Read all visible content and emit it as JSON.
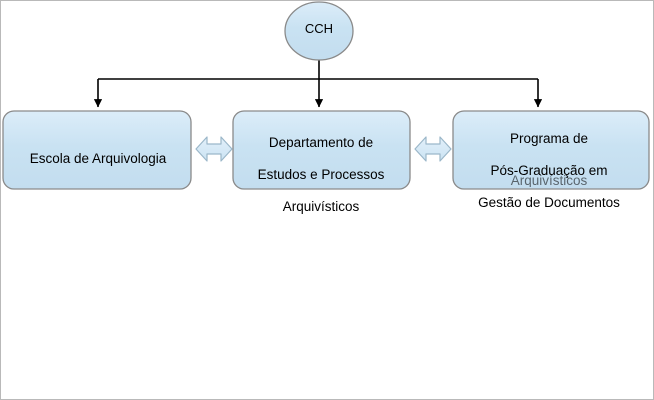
{
  "diagram": {
    "type": "organizational-hierarchy",
    "title": "",
    "background_color": "#ffffff",
    "node_fill_color": "#c5e0f0",
    "node_fill_color_light": "#daedf8",
    "node_border_color": "#808080",
    "connector_color": "#000000",
    "text_color": "#000000",
    "root": {
      "id": "cch",
      "shape": "ellipse",
      "label": "CCH"
    },
    "children": [
      {
        "id": "escola-arquivologia",
        "shape": "rounded-rectangle",
        "label": "Escola de Arquivologia",
        "lines": [
          "Escola de Arquivologia"
        ]
      },
      {
        "id": "departamento-estudos-processos",
        "shape": "rounded-rectangle",
        "label": "Departamento de Estudos e Processos Arquivísticos",
        "lines": [
          "Departamento de",
          "Estudos e Processos",
          "Arquivísticos"
        ]
      },
      {
        "id": "programa-pos-graduacao",
        "shape": "rounded-rectangle",
        "label": "Programa de Pós-Graduação em Gestão de Documentos",
        "lines": [
          "Programa de",
          "Pós-Graduação em",
          "Gestão de Documentos"
        ],
        "clipped_line": "Arquivísticos"
      }
    ],
    "connectors": [
      {
        "id": "cch-to-escola",
        "kind": "tree-branch-arrow",
        "from": "cch",
        "to": "escola-arquivologia",
        "arrowheads": "end"
      },
      {
        "id": "cch-to-departamento",
        "kind": "tree-branch-arrow",
        "from": "cch",
        "to": "departamento-estudos-processos",
        "arrowheads": "end"
      },
      {
        "id": "cch-to-programa",
        "kind": "tree-branch-arrow",
        "from": "cch",
        "to": "programa-pos-graduacao",
        "arrowheads": "end"
      },
      {
        "id": "escola-departamento-link",
        "kind": "block-arrow-bidirectional",
        "from": "escola-arquivologia",
        "to": "departamento-estudos-processos",
        "arrowheads": "both"
      },
      {
        "id": "departamento-programa-link",
        "kind": "block-arrow-bidirectional",
        "from": "departamento-estudos-processos",
        "to": "programa-pos-graduacao",
        "arrowheads": "both"
      }
    ]
  }
}
